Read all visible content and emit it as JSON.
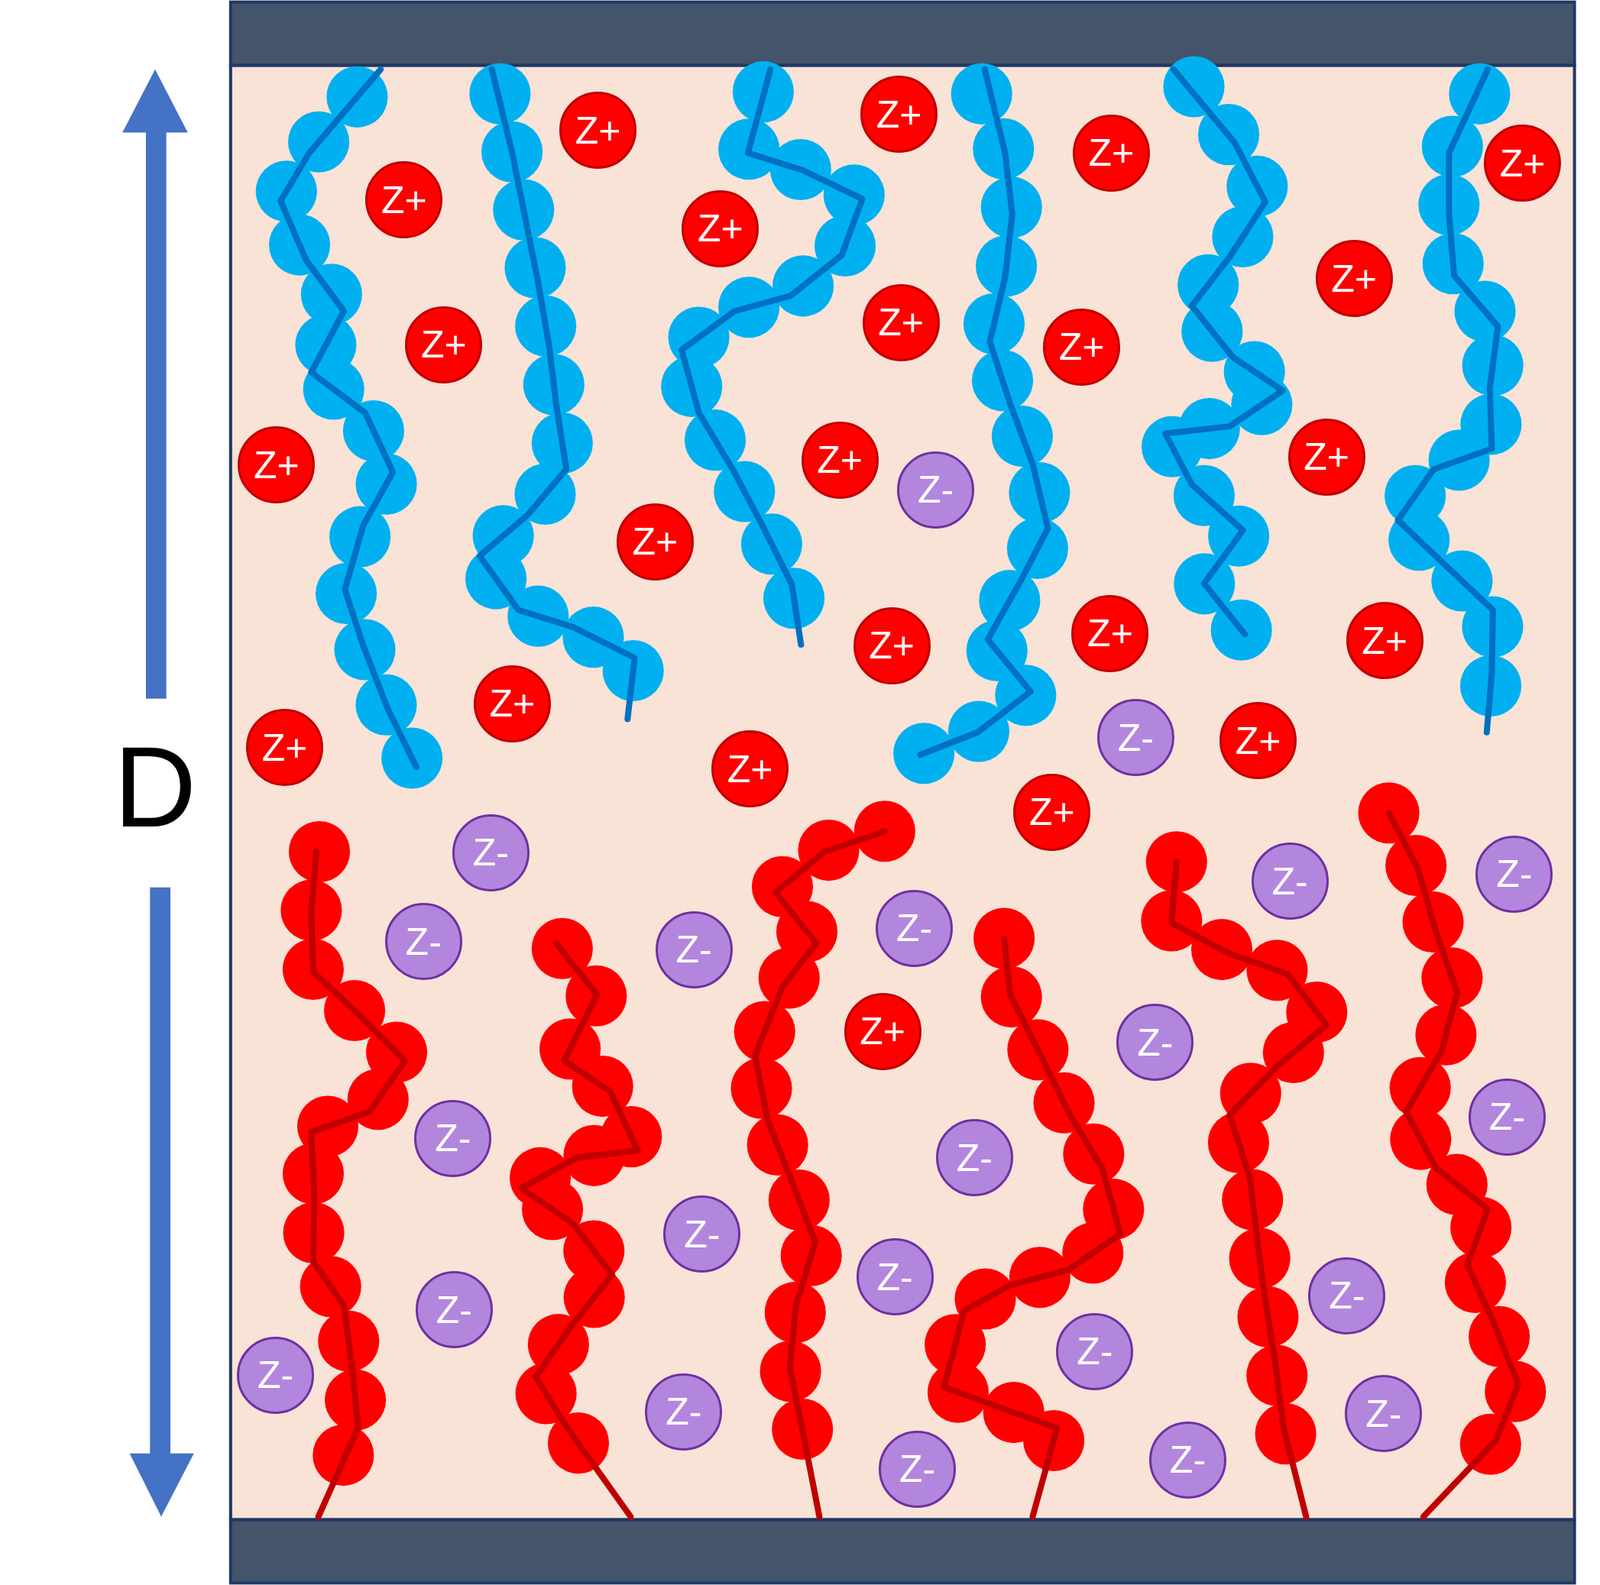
{
  "diagram": {
    "nodes": [
      {
        "text": [
          "Z+"
        ]
      },
      {
        "text": [
          "Z+"
        ]
      },
      {
        "text": [
          "Z+"
        ]
      },
      {
        "text": [
          "Z+"
        ]
      },
      {
        "text": [
          "Z+"
        ]
      },
      {
        "text": [
          "Z+"
        ]
      },
      {
        "text": [
          "Z+"
        ]
      },
      {
        "text": [
          "Z+"
        ]
      },
      {
        "text": [
          "Z+"
        ]
      },
      {
        "text": [
          "Z+"
        ]
      },
      {
        "text": [
          "Z+"
        ]
      },
      {
        "text": [
          "Z+"
        ]
      },
      {
        "text": [
          "Z+"
        ]
      },
      {
        "text": [
          "Z-"
        ]
      },
      {
        "text": [
          "Z+"
        ]
      },
      {
        "text": [
          "Z+"
        ]
      },
      {
        "text": [
          "Z+"
        ]
      },
      {
        "text": [
          "Z+"
        ]
      },
      {
        "text": [
          "Z+"
        ]
      },
      {
        "text": [
          "Z-"
        ]
      },
      {
        "text": [
          "Z+"
        ]
      },
      {
        "text": [
          "Z+"
        ]
      },
      {
        "text": [
          "Z+"
        ]
      },
      {
        "text": [
          "Z+"
        ]
      },
      {
        "text": [
          "Z-"
        ]
      },
      {
        "text": [
          "Z-"
        ]
      },
      {
        "text": [
          "Z-"
        ]
      },
      {
        "text": [
          "Z-"
        ]
      },
      {
        "text": [
          "Z-"
        ]
      },
      {
        "text": [
          "Z-"
        ]
      },
      {
        "text": [
          "Z+"
        ]
      },
      {
        "text": [
          "Z-"
        ]
      },
      {
        "text": [
          "Z-"
        ]
      },
      {
        "text": [
          "Z-"
        ]
      },
      {
        "text": [
          "Z-"
        ]
      },
      {
        "text": [
          "Z-"
        ]
      },
      {
        "text": [
          "Z-"
        ]
      },
      {
        "text": [
          "Z-"
        ]
      },
      {
        "text": [
          "Z-"
        ]
      },
      {
        "text": [
          "Z-"
        ]
      },
      {
        "text": [
          "Z-"
        ]
      },
      {
        "text": [
          "Z-"
        ]
      },
      {
        "text": [
          "Z-"
        ]
      },
      {
        "text": [
          "Z-"
        ]
      },
      {
        "text": [
          "Z-"
        ]
      }
    ],
    "labels": [
      "D"
    ]
  }
}
